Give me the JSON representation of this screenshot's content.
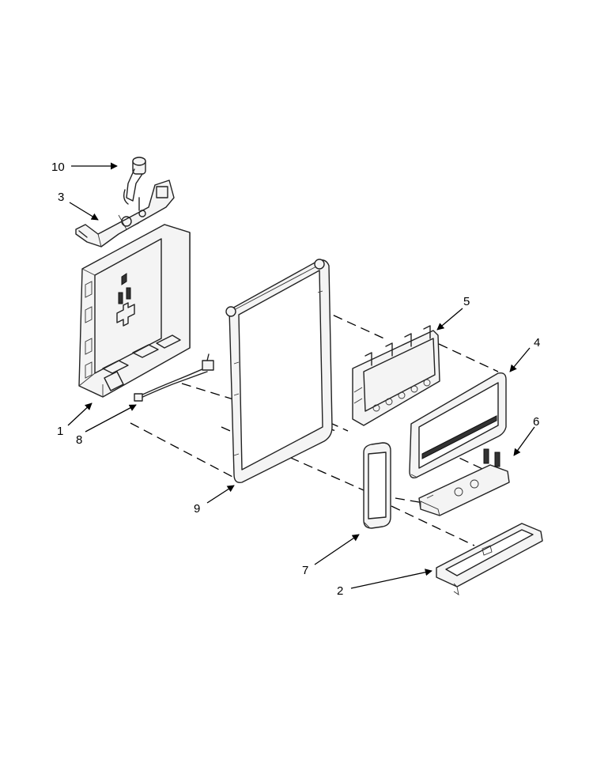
{
  "callouts": [
    {
      "id": "1",
      "label": "1"
    },
    {
      "id": "2",
      "label": "2"
    },
    {
      "id": "3",
      "label": "3"
    },
    {
      "id": "4",
      "label": "4"
    },
    {
      "id": "5",
      "label": "5"
    },
    {
      "id": "6",
      "label": "6"
    },
    {
      "id": "7",
      "label": "7"
    },
    {
      "id": "8",
      "label": "8"
    },
    {
      "id": "9",
      "label": "9"
    },
    {
      "id": "10",
      "label": "10"
    }
  ],
  "colors": {
    "line": "#222222",
    "background": "#ffffff",
    "fill": "#f4f4f4"
  }
}
